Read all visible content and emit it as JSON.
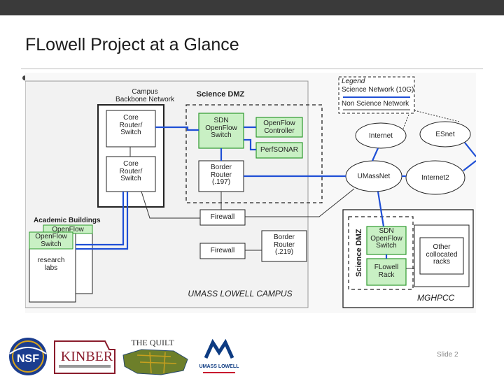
{
  "slide": {
    "title": "FLowell Project at a Glance",
    "number": "Slide 2"
  },
  "diagram": {
    "campus_backbone": "Campus\nBackbone Network",
    "science_dmz": "Science DMZ",
    "core_router_1": "Core\nRouter/\nSwitch",
    "core_router_2": "Core\nRouter/\nSwitch",
    "sdn_switch_1": "SDN\nOpenFlow\nSwitch",
    "openflow_controller": "OpenFlow\nController",
    "perfsonar": "PerfSONAR",
    "border_router_1": "Border\nRouter\n(.197)",
    "firewall_1": "Firewall",
    "firewall_2": "Firewall",
    "border_router_2": "Border\nRouter\n(.219)",
    "academic_buildings": "Academic Buildings",
    "openflow_back": "OpenFlow",
    "openflow_switch_front": "OpenFlow\nSwitch",
    "research_labs": "research\nlabs",
    "campus_label": "UMASS LOWELL CAMPUS",
    "legend_title": "Legend",
    "legend_science": "Science Network (10G)",
    "legend_non_science": "Non Science Network",
    "cloud_internet": "Internet",
    "cloud_esnet": "ESnet",
    "cloud_umassnet": "UMassNet",
    "cloud_internet2": "Internet2",
    "mghpcc_dmz": "Science DMZ",
    "sdn_switch_2": "SDN\nOpenFlow\nSwitch",
    "flowell_rack": "FLowell\nRack",
    "other_racks": "Other\ncollocated\nracks",
    "mghpcc": "MGHPCC"
  },
  "footer": {
    "logo_nsf": "NSF",
    "logo_kinber": "KINBER",
    "logo_quilt": "THE QUILT",
    "logo_umass": "UMASS LOWELL"
  },
  "colors": {
    "science_link": "#1f4fd6",
    "green_box": "#c9f0c4",
    "green_border": "#2e9a2e",
    "slide_number": "#8a8a8a"
  }
}
